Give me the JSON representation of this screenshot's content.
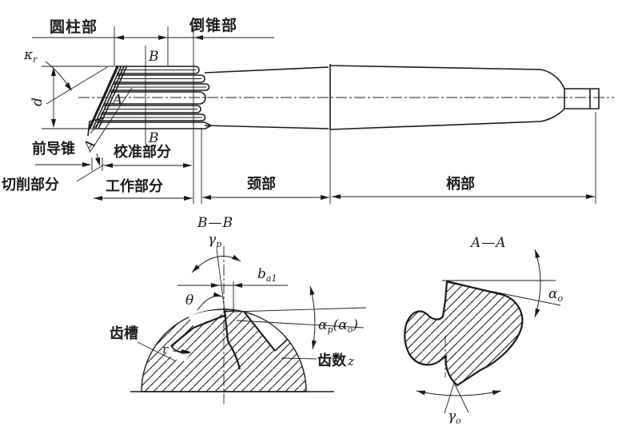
{
  "drawing": {
    "colors": {
      "ink": "#1b1b1b",
      "background": "#ffffff"
    },
    "main_view": {
      "cylindrical_part": "圆柱部",
      "back_taper_part": "倒锥部",
      "lead_angle": {
        "base": "κ",
        "sub": "r"
      },
      "diameter": "d",
      "section_b_mark": "B",
      "section_a_mark": "A",
      "front_guide_cone": "前导锥",
      "calibration_part": "校准部分",
      "cutting_part": "切削部分",
      "working_part": "工作部分",
      "neck_part": "颈部",
      "shank_part": "柄部"
    },
    "section_bb": {
      "title": "B—B",
      "rake_angle": {
        "base": "γ",
        "sub": "p"
      },
      "land_width": {
        "base": "b",
        "sub": "a1"
      },
      "theta": "θ",
      "tooth_gullet": "齿槽",
      "fillet_radius": "r",
      "relief_angle": {
        "b1": "α",
        "s1": "p",
        "b2": "(α",
        "s2": "o",
        "b3": ")"
      },
      "teeth_count": {
        "cn": "齿数",
        "symbol": "z"
      }
    },
    "section_aa": {
      "title": "A—A",
      "clearance_angle": {
        "base": "α",
        "sub": "o"
      },
      "rake_angle": {
        "base": "γ",
        "sub": "o"
      }
    }
  }
}
